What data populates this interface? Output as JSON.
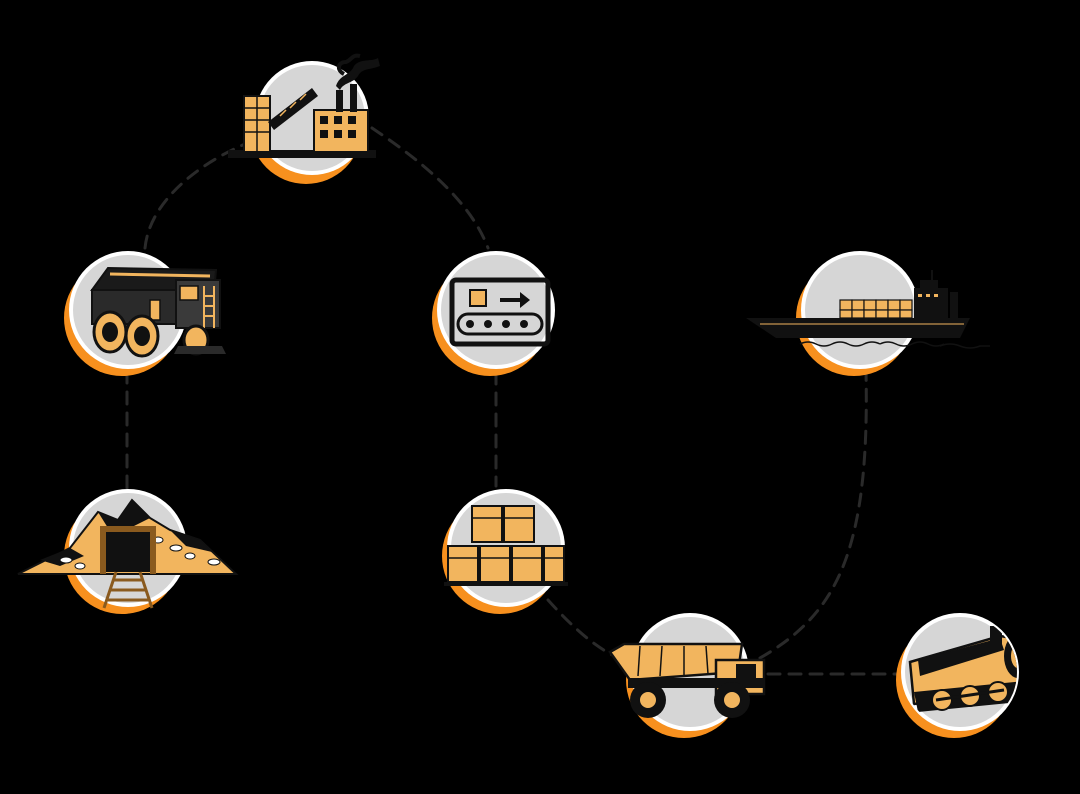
{
  "colors": {
    "background": "#000000",
    "ring": "#F7901E",
    "disc": "#D6D6D6",
    "disc_edge": "#FFFFFF",
    "accent": "#F2B55E",
    "ink": "#111111",
    "connector": "#2A2A2A"
  },
  "nodes": [
    {
      "id": "factory",
      "icon": "factory-icon"
    },
    {
      "id": "mining-truck",
      "icon": "mining-truck-icon"
    },
    {
      "id": "mine",
      "icon": "mine-entrance-icon"
    },
    {
      "id": "conveyor",
      "icon": "conveyor-belt-icon"
    },
    {
      "id": "warehouse",
      "icon": "stacked-boxes-icon"
    },
    {
      "id": "ship",
      "icon": "cargo-ship-icon"
    },
    {
      "id": "dump-truck",
      "icon": "dump-truck-icon"
    },
    {
      "id": "train",
      "icon": "steam-locomotive-icon"
    }
  ],
  "connections": [
    {
      "from": "mine",
      "to": "mining-truck"
    },
    {
      "from": "mining-truck",
      "to": "factory"
    },
    {
      "from": "factory",
      "to": "conveyor"
    },
    {
      "from": "conveyor",
      "to": "warehouse"
    },
    {
      "from": "warehouse",
      "to": "dump-truck"
    },
    {
      "from": "dump-truck",
      "to": "ship"
    },
    {
      "from": "dump-truck",
      "to": "train"
    }
  ]
}
